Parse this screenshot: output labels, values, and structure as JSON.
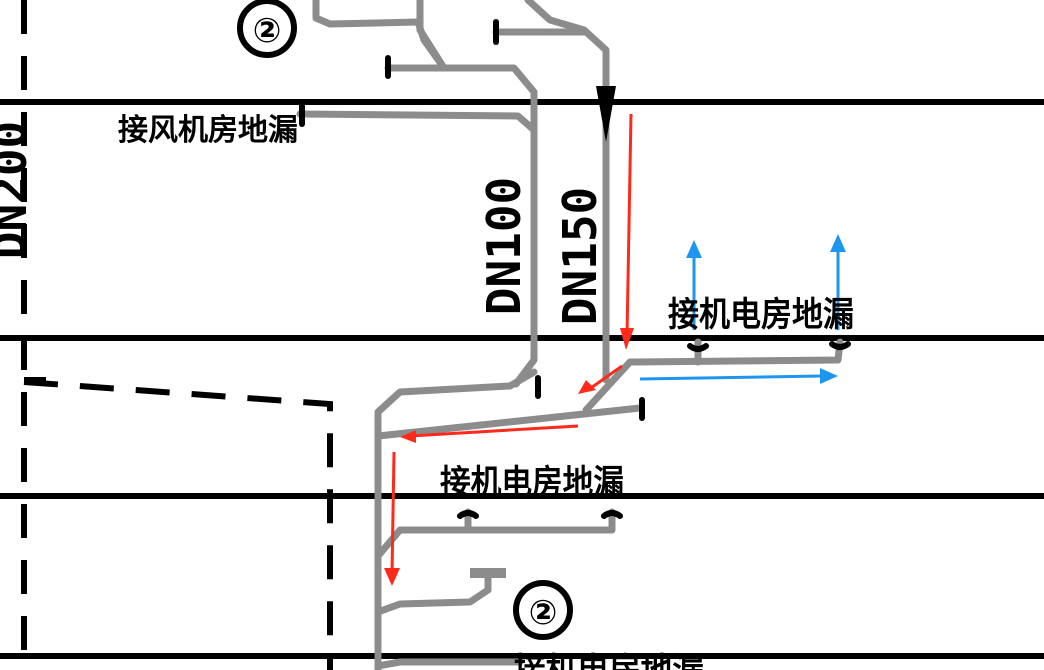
{
  "labels": {
    "dn200": "DN200",
    "dn100": "DN100",
    "dn150": "DN150",
    "circle_top": "②",
    "circle_bottom": "②",
    "text_top_left": "接风机房地漏",
    "text_mid_right": "接机电房地漏",
    "text_mid_center": "接机电房地漏",
    "text_bottom": "接机电房地漏"
  },
  "colors": {
    "pipe": "#8c8c8c",
    "line": "#000000",
    "red_arrow": "#ff2a1a",
    "blue_arrow": "#1e96f0"
  }
}
